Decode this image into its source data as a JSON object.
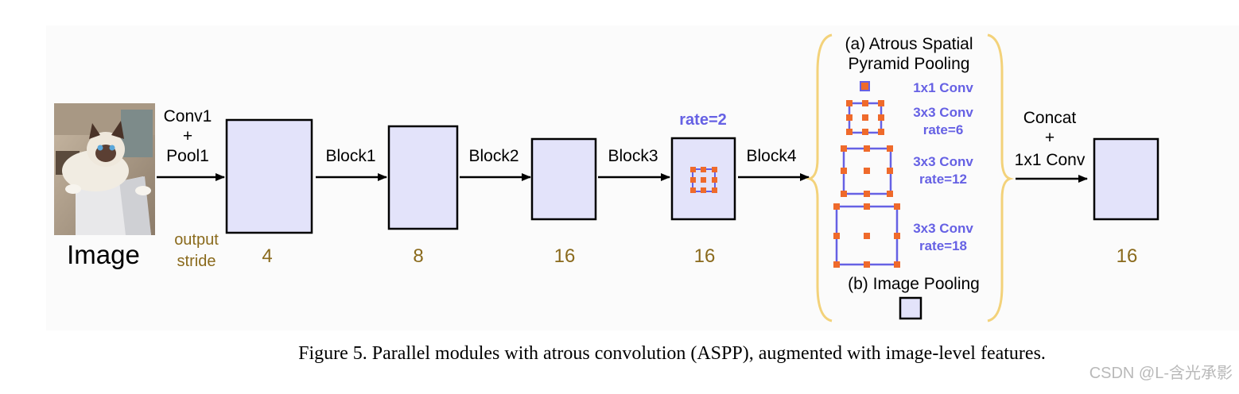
{
  "diagram": {
    "input_label": "Image",
    "stem_label": [
      "Conv1",
      "+",
      "Pool1"
    ],
    "output_stride_label": [
      "output",
      "stride"
    ],
    "blocks": [
      {
        "label": "Block1",
        "stride": "4"
      },
      {
        "label": "Block2",
        "stride": "8"
      },
      {
        "label": "Block3",
        "stride": "16"
      },
      {
        "label": "Block4",
        "stride": "16"
      }
    ],
    "atrous_rate_label": "rate=2",
    "aspp": {
      "title": [
        "(a) Atrous Spatial",
        "Pyramid Pooling"
      ],
      "branches": [
        {
          "name": "1x1 Conv",
          "rate": ""
        },
        {
          "name": "3x3 Conv",
          "rate": "rate=6"
        },
        {
          "name": "3x3 Conv",
          "rate": "rate=12"
        },
        {
          "name": "3x3 Conv",
          "rate": "rate=18"
        }
      ],
      "image_pooling_label": "(b) Image Pooling"
    },
    "concat_label": [
      "Concat",
      "+",
      "1x1 Conv"
    ],
    "final_stride": "16",
    "colors": {
      "feature_map_fill": "#e3e3fa",
      "kernel_dot": "#ef6a2b",
      "kernel_outline": "#6661e4",
      "stride_text": "#8a6a1c",
      "brace": "#f3d27a"
    }
  },
  "caption": "Figure 5. Parallel modules with atrous convolution (ASPP), augmented with image-level features.",
  "watermark": "CSDN @L-含光承影"
}
